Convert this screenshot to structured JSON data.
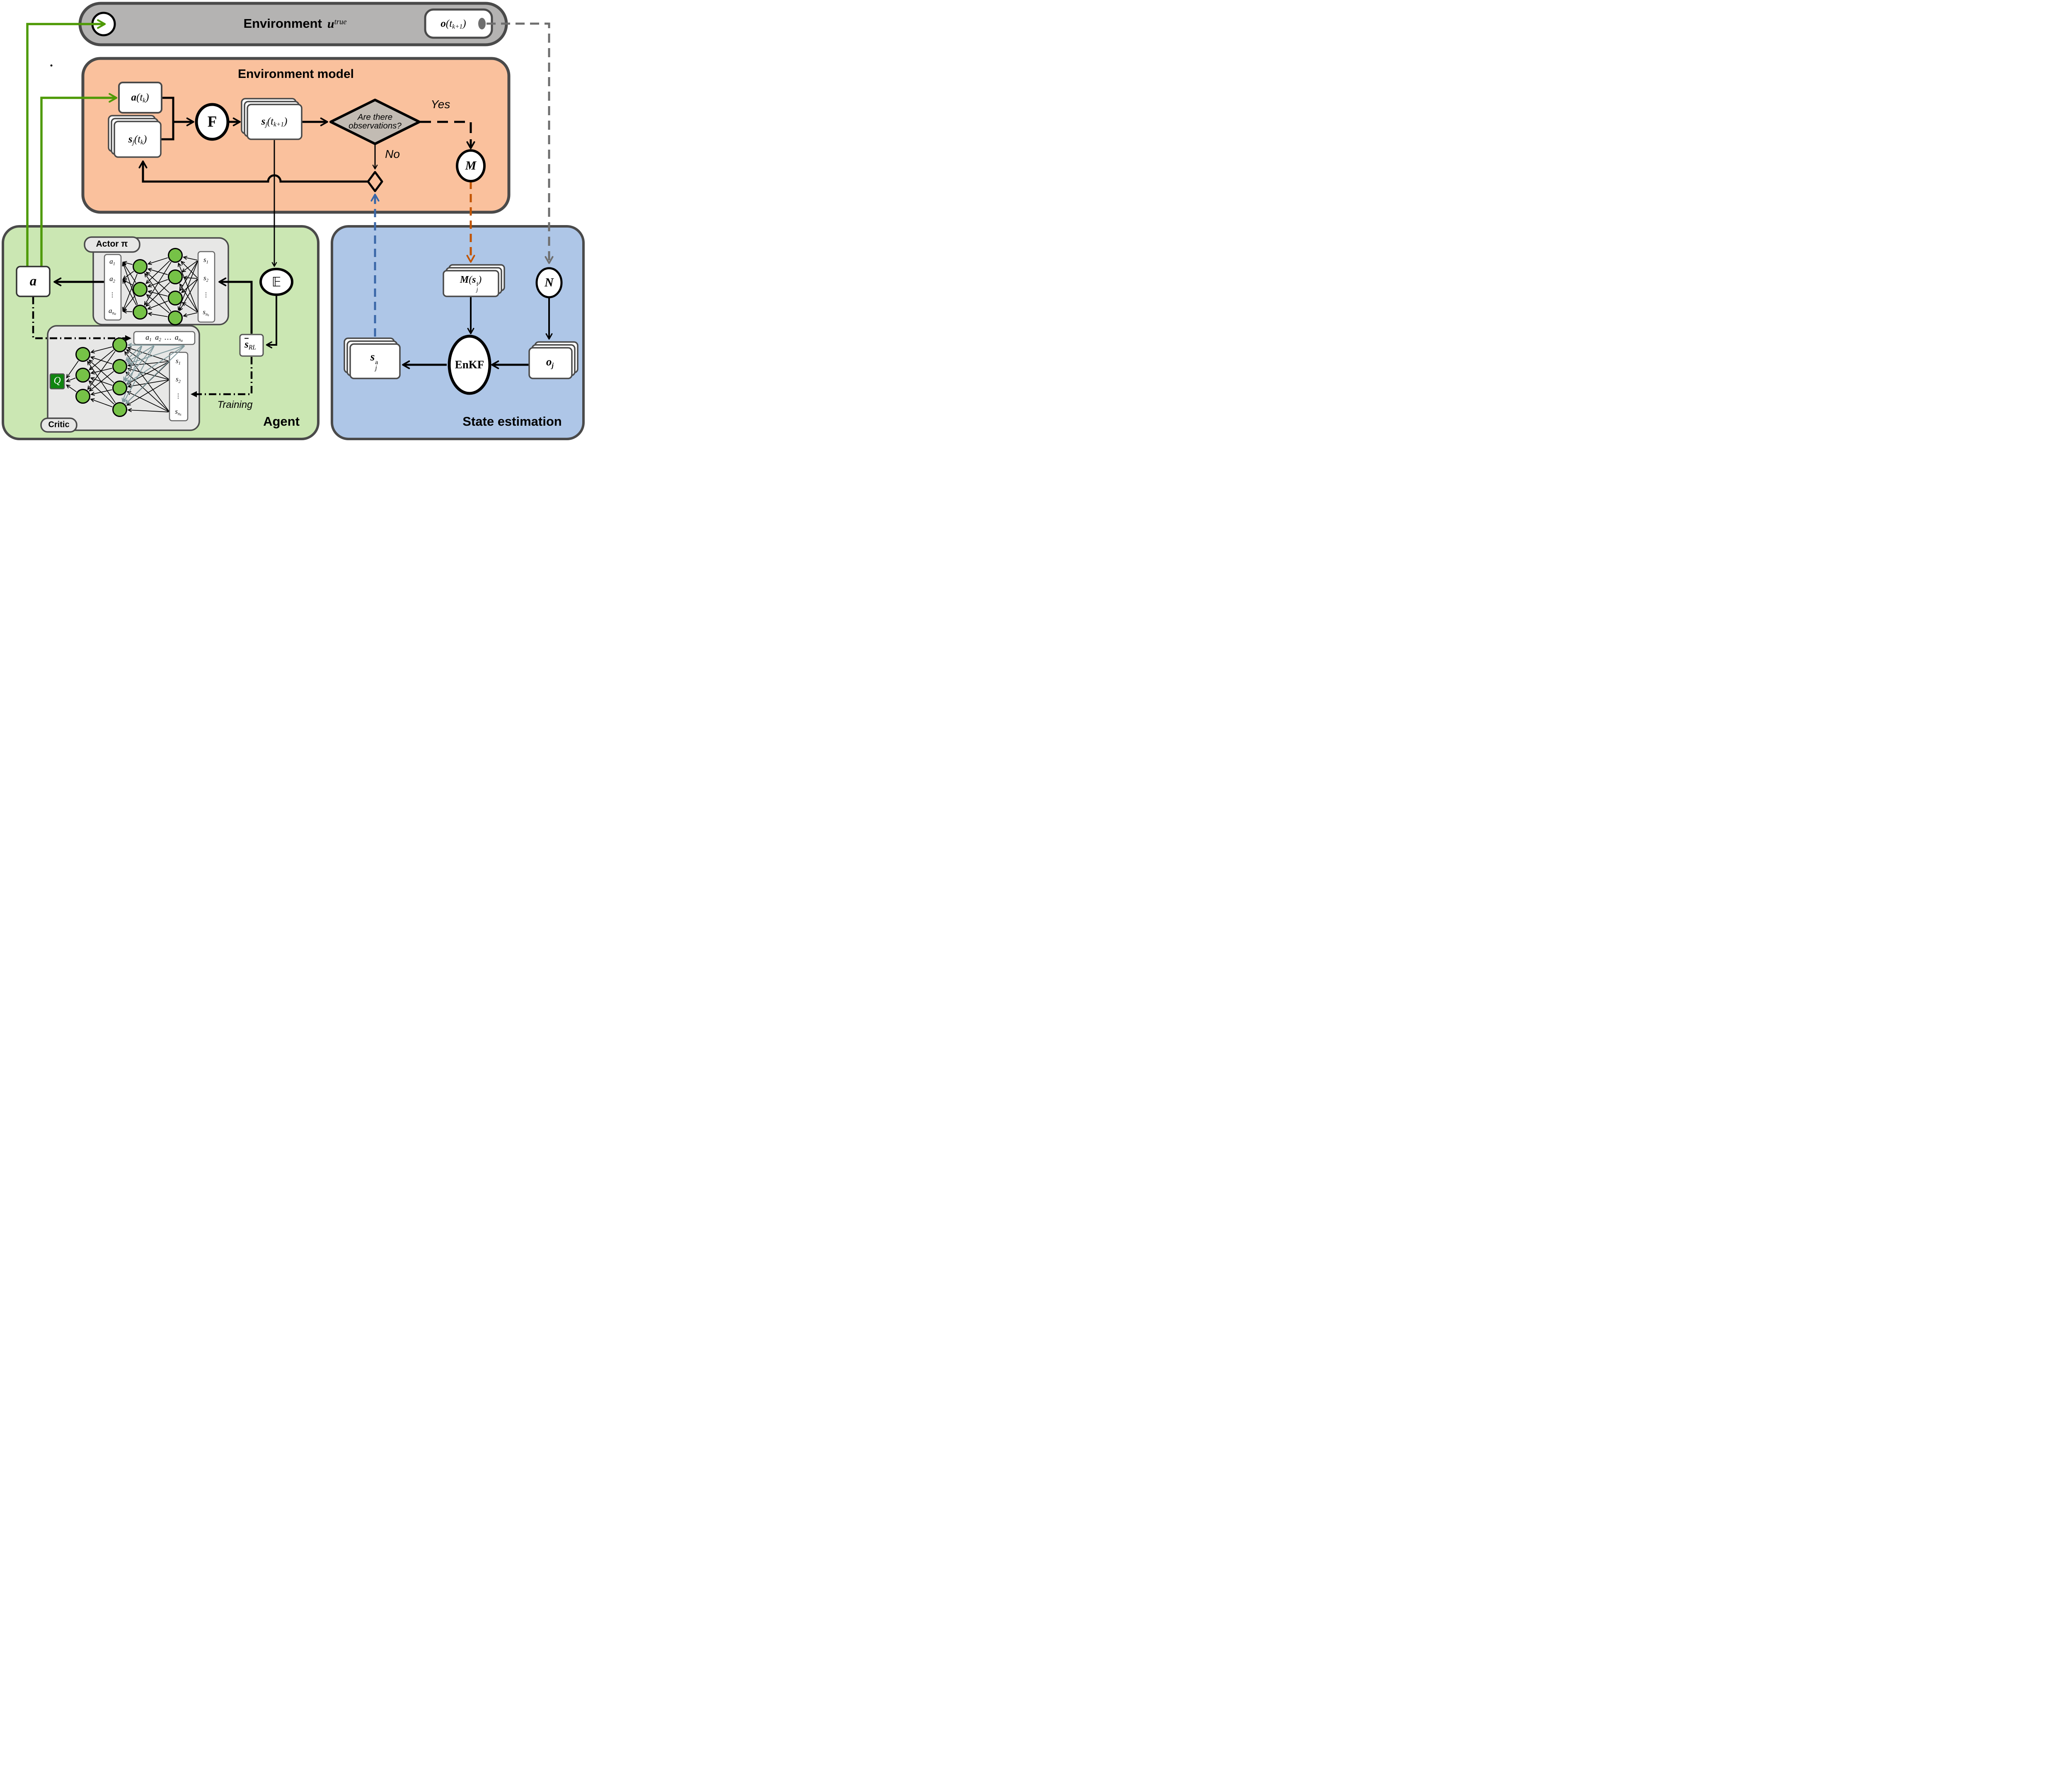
{
  "top_bar": {
    "title": "Environment",
    "u_var": "u",
    "u_sup": "true",
    "obs": {
      "o": "o",
      "open": "(t",
      "sub": "k+1",
      "close": ")"
    }
  },
  "env_model": {
    "title": "Environment model",
    "a_tk": {
      "v": "a",
      "open": "(t",
      "sub": "k",
      "close": ")"
    },
    "s_tk": {
      "v": "s",
      "sub_j": "j",
      "open": "(t",
      "sub_k": "k",
      "close": ")"
    },
    "f_op": "F",
    "s_tk1": {
      "v": "s",
      "sub_j": "j",
      "open": "(t",
      "sub_k": "k+1",
      "close": ")"
    },
    "decision": {
      "line1": "Are there",
      "line2": "observations?",
      "yes": "Yes",
      "no": "No"
    },
    "m_op": "M"
  },
  "agent": {
    "label": "Agent",
    "actor_title": "Actor π",
    "critic_title": "Critic",
    "action_var": "a",
    "expectation": "𝔼",
    "s_rl": {
      "v": "s",
      "sub": "RL"
    },
    "training": "Training",
    "q_value": "Q",
    "actor_outputs": {
      "a1": {
        "v": "a",
        "sub": "1"
      },
      "a2": {
        "v": "a",
        "sub": "2"
      },
      "dots": "⋮",
      "an": {
        "v": "a",
        "sub": "n",
        "subsub": "a"
      }
    },
    "actor_inputs": {
      "s1": {
        "v": "s",
        "sub": "1"
      },
      "s2": {
        "v": "s",
        "sub": "2"
      },
      "dots": "⋮",
      "sn": {
        "v": "s",
        "sub": "n",
        "subsub": "s"
      }
    },
    "critic_actions": {
      "a1": {
        "v": "a",
        "sub": "1"
      },
      "a2": {
        "v": "a",
        "sub": "2"
      },
      "dots": "…",
      "an": {
        "v": "a",
        "sub": "n",
        "subsub": "a"
      }
    },
    "critic_inputs": {
      "s1": {
        "v": "s",
        "sub": "1"
      },
      "s2": {
        "v": "s",
        "sub": "2"
      },
      "dots": "⋮",
      "sn": {
        "v": "s",
        "sub": "n",
        "subsub": "s"
      }
    }
  },
  "state_estimation": {
    "label": "State estimation",
    "m_sf": {
      "m": "M",
      "open": "(",
      "v": "s",
      "sup": "f",
      "sub": "j",
      "close": ")"
    },
    "noise": "N",
    "enkf": "EnKF",
    "s_a": {
      "v": "s",
      "sup": "a",
      "sub": "j"
    },
    "o_j": {
      "v": "o",
      "sub": "j"
    }
  },
  "colors": {
    "bar_fill": "#B4B3B2",
    "env_model_fill": "#FAC19D",
    "agent_fill": "#CBE7B3",
    "state_fill": "#AEC6E7",
    "panel_fill": "#E7E7E6",
    "diamond_fill": "#C2BBB3",
    "node_green": "#76C247",
    "q_green": "#0F850F",
    "arrow_green": "#4E9A06",
    "dash_blue": "#3A67A8",
    "dash_orange": "#C25400",
    "dash_gray": "#6E6E6E",
    "slate_edge": "#7E989C",
    "border_gray": "#4A4A4A"
  }
}
